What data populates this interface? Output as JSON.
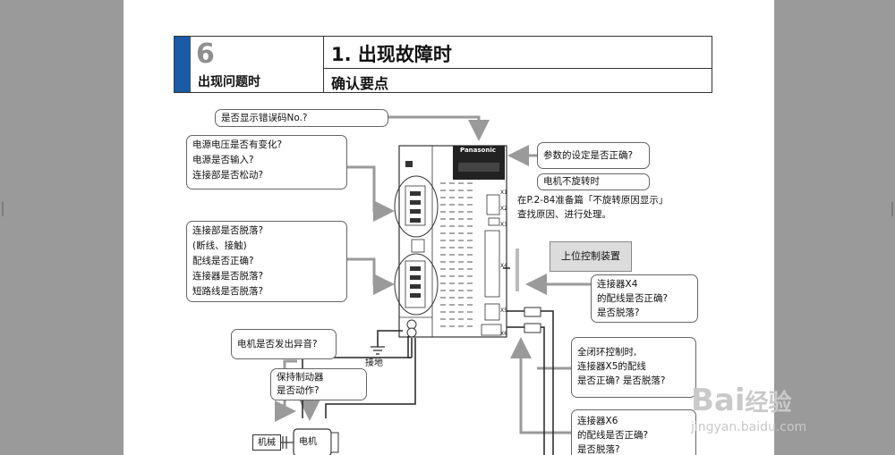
{
  "header": {
    "chapter_number": "6",
    "section_label": "出现问题时",
    "title": "1. 出现故障时",
    "subtitle": "确认要点"
  },
  "callouts": {
    "error_code": "是否显示错误码No.?",
    "power": [
      "电源电压是否有变化?",
      "电源是否输入?",
      "连接部是否松动?"
    ],
    "connections": [
      "连接部是否脱落?",
      "(断线、接触)",
      "配线是否正确?",
      "连接器是否脱落?",
      "短路线是否脱落?"
    ],
    "params": "参数的设定是否正确?",
    "motor_not_rotating": "电机不旋转时",
    "reference_note": [
      "在P.2-84准备篇「不旋转原因显示」",
      "查找原因、进行处理。"
    ],
    "host_controller": "上位控制装置",
    "x4": [
      "连接器X4",
      "的配线是否正确?",
      "是否脱落?"
    ],
    "noise": "电机是否发出异音?",
    "brake": [
      "保持制动器",
      "是否动作?"
    ],
    "x5": [
      "全闭环控制时,",
      "连接器X5的配线",
      "是否正确? 是否脱落?"
    ],
    "x6": [
      "连接器X6",
      "的配线是否正确?",
      "是否脱落?"
    ],
    "ground": "接地",
    "machine": "机械",
    "motor": "电机"
  },
  "device": {
    "brand": "Panasonic",
    "ports": [
      "X1",
      "X2",
      "X3",
      "X4",
      "X5",
      "X6"
    ]
  },
  "watermark": {
    "logo": "Bai",
    "logo_suffix": "经验",
    "url": "jingyan.baidu.com"
  }
}
